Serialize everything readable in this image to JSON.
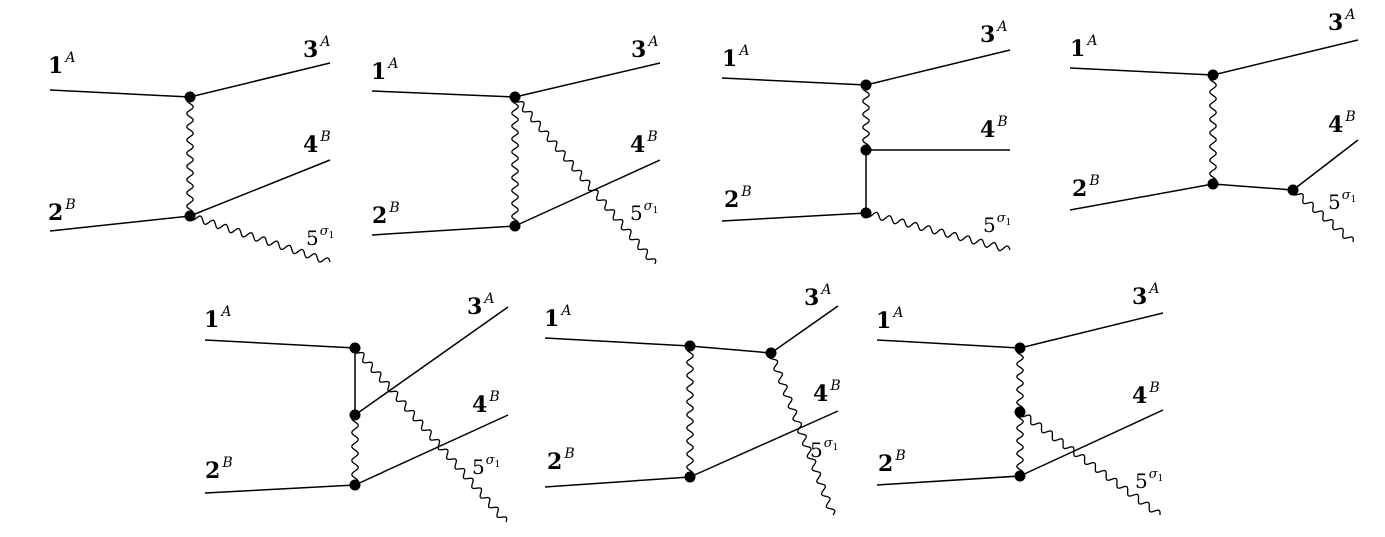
{
  "labels": {
    "p1": {
      "num": "1",
      "sup": "A"
    },
    "p2": {
      "num": "2",
      "sup": "B"
    },
    "p3": {
      "num": "3",
      "sup": "A"
    },
    "p4": {
      "num": "4",
      "sup": "B"
    },
    "p5": {
      "num": "5",
      "sup": "σ",
      "sub": "1"
    }
  },
  "diagrams": [
    {
      "id": "d1"
    },
    {
      "id": "d2"
    },
    {
      "id": "d3"
    },
    {
      "id": "d4"
    },
    {
      "id": "d5"
    },
    {
      "id": "d6"
    },
    {
      "id": "d7"
    }
  ]
}
